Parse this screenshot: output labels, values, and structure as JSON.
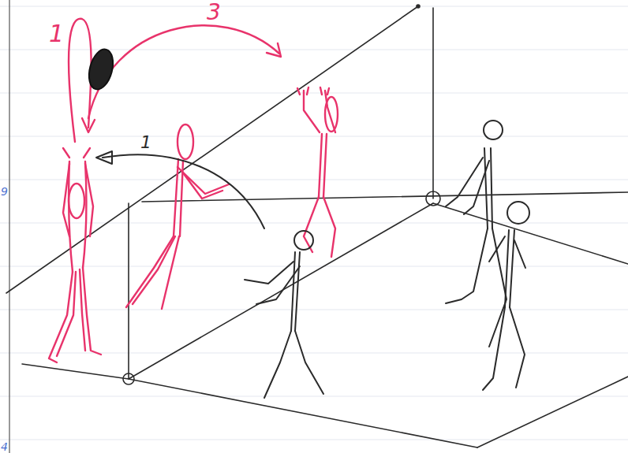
{
  "diagram": {
    "labels": [
      "1",
      "3",
      "1",
      "9",
      "4"
    ]
  }
}
